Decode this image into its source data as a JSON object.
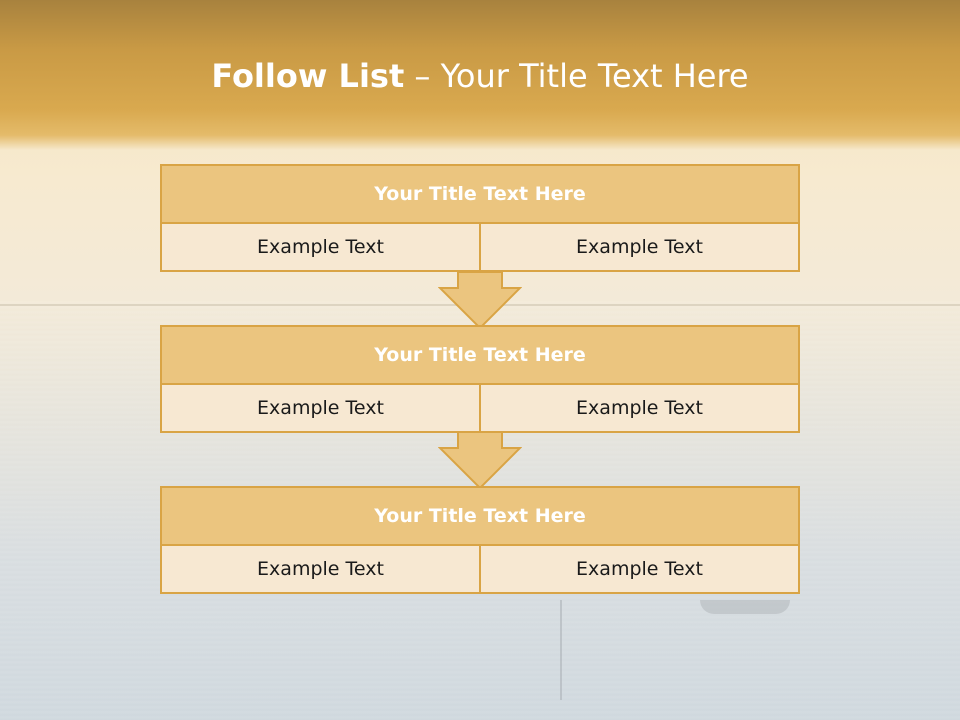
{
  "title": {
    "bold": "Follow List",
    "rest": " – Your Title Text Here"
  },
  "blocks": [
    {
      "heading": "Your Title Text Here",
      "cells": [
        "Example Text",
        "Example Text"
      ]
    },
    {
      "heading": "Your Title Text Here",
      "cells": [
        "Example Text",
        "Example Text"
      ]
    },
    {
      "heading": "Your Title Text Here",
      "cells": [
        "Example Text",
        "Example Text"
      ]
    }
  ],
  "colors": {
    "accent_border": "#d9a445",
    "heading_fill": "#ebc57f",
    "cell_fill": "#f7e8d2"
  },
  "icons": [
    "down-arrow-icon",
    "down-arrow-icon"
  ]
}
